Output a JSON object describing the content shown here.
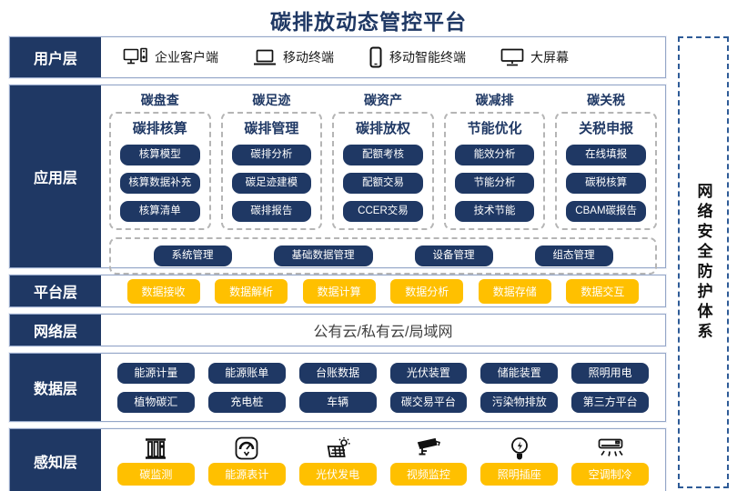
{
  "title": "碳排放动态管控平台",
  "colors": {
    "navy": "#1f3864",
    "yellow": "#ffc000",
    "band_border": "#94a6c8",
    "dashed_gray": "#b5b5b5",
    "security_border": "#2e5b97"
  },
  "layers": {
    "user": {
      "label": "用户层",
      "items": [
        {
          "icon": "desktop-pc-icon",
          "label": "企业客户端"
        },
        {
          "icon": "laptop-icon",
          "label": "移动终端"
        },
        {
          "icon": "smartphone-icon",
          "label": "移动智能终端"
        },
        {
          "icon": "big-screen-icon",
          "label": "大屏幕"
        }
      ]
    },
    "app": {
      "label": "应用层",
      "columns": [
        {
          "header": "碳盘查",
          "title": "碳排核算",
          "pills": [
            "核算模型",
            "核算数据补充",
            "核算清单"
          ]
        },
        {
          "header": "碳足迹",
          "title": "碳排管理",
          "pills": [
            "碳排分析",
            "碳足迹建模",
            "碳排报告"
          ]
        },
        {
          "header": "碳资产",
          "title": "碳排放权",
          "pills": [
            "配额考核",
            "配额交易",
            "CCER交易"
          ]
        },
        {
          "header": "碳减排",
          "title": "节能优化",
          "pills": [
            "能效分析",
            "节能分析",
            "技术节能"
          ]
        },
        {
          "header": "碳关税",
          "title": "关税申报",
          "pills": [
            "在线填报",
            "碳税核算",
            "CBAM碳报告"
          ]
        }
      ],
      "common_pills": [
        "系统管理",
        "基础数据管理",
        "设备管理",
        "组态管理"
      ]
    },
    "platform": {
      "label": "平台层",
      "pills": [
        "数据接收",
        "数据解析",
        "数据计算",
        "数据分析",
        "数据存储",
        "数据交互"
      ]
    },
    "network": {
      "label": "网络层",
      "text": "公有云/私有云/局域网"
    },
    "data": {
      "label": "数据层",
      "rows": [
        [
          "能源计量",
          "能源账单",
          "台账数据",
          "光伏装置",
          "储能装置",
          "照明用电"
        ],
        [
          "植物碳汇",
          "充电桩",
          "车辆",
          "碳交易平台",
          "污染物排放",
          "第三方平台"
        ]
      ]
    },
    "perception": {
      "label": "感知层",
      "items": [
        {
          "icon": "carbon-monitor-icon",
          "label": "碳监测"
        },
        {
          "icon": "energy-meter-icon",
          "label": "能源表计"
        },
        {
          "icon": "solar-power-icon",
          "label": "光伏发电"
        },
        {
          "icon": "cctv-camera-icon",
          "label": "视频监控"
        },
        {
          "icon": "light-bulb-icon",
          "label": "照明插座"
        },
        {
          "icon": "air-conditioner-icon",
          "label": "空调制冷"
        }
      ]
    }
  },
  "security_bar": {
    "text": "网络安全防护体系"
  }
}
